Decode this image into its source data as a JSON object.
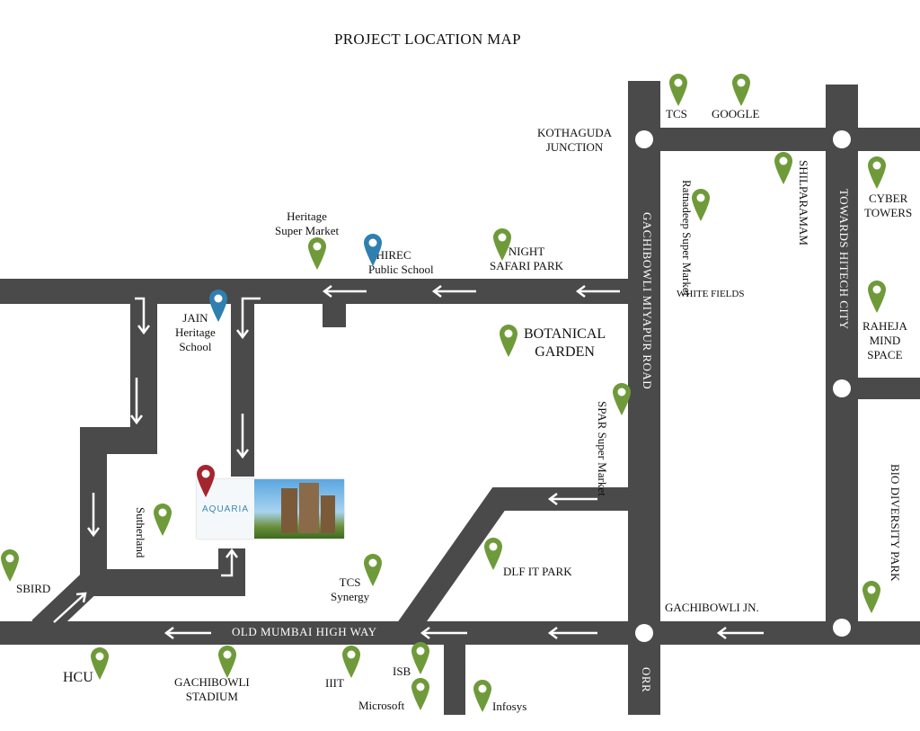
{
  "title": "PROJECT LOCATION MAP",
  "colors": {
    "road": "#4a4a4a",
    "pin_green": "#6f9a3a",
    "pin_blue": "#2f7fb0",
    "pin_red": "#a3262e"
  },
  "roads": {
    "vertical_main": "GACHIBOWLI MIYAPUR ROAD",
    "old_mumbai": "OLD MUMBAI HIGH WAY",
    "orr": "ORR",
    "hitech": "TOWARDS HITECH CITY"
  },
  "junctions": {
    "kothaguda": "KOTHAGUDA\nJUNCTION",
    "gachibowli": "GACHIBOWLI JN."
  },
  "places": {
    "tcs_top": "TCS",
    "google": "GOOGLE",
    "ratnadeep": "Ratnadeep\nSuper Market",
    "shilparamam": "SHILPARAMAM",
    "cyber_towers": "CYBER\nTOWERS",
    "heritage": "Heritage\nSuper Market",
    "chirec": "CHIREC\nPublic School",
    "night_safari": "NIGHT\nSAFARI PARK",
    "white_fields": "WHITE FIELDS",
    "raheja": "RAHEJA\nMIND\nSPACE",
    "jain": "JAIN\nHeritage\nSchool",
    "botanical": "BOTANICAL\nGARDEN",
    "spar": "SPAR\nSuper Market",
    "bio_diversity": "BIO DIVERSITY PARK",
    "sutherland": "Sutherland",
    "dlf": "DLF IT PARK",
    "tcs_synergy": "TCS\nSynergy",
    "sbird": "SBIRD",
    "hcu": "HCU",
    "stadium": "GACHIBOWLI\nSTADIUM",
    "iiit": "IIIT",
    "isb": "ISB",
    "microsoft": "Microsoft",
    "infosys": "Infosys"
  },
  "project": {
    "brand": "AQUARIA"
  }
}
